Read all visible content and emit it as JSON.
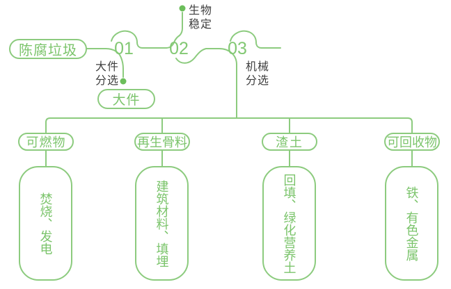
{
  "diagram": {
    "title_hint": "waste-processing-flow",
    "source": {
      "label": "陈腐垃圾"
    },
    "steps": [
      {
        "number": "01",
        "process": "大件分选",
        "output": "大件"
      },
      {
        "number": "02",
        "process": "生物稳定"
      },
      {
        "number": "03",
        "process": "机械分选"
      }
    ],
    "outputs": [
      {
        "category": "可燃物",
        "use": "焚烧、发电"
      },
      {
        "category": "再生骨料",
        "use": "建筑材料、填埋"
      },
      {
        "category": "渣土",
        "use": "回填、绿化营养土"
      },
      {
        "category": "可回收物",
        "use": "铁、有色金属"
      }
    ]
  },
  "colors": {
    "line_green": "#8CCB7E",
    "text_green": "#7BC46B",
    "dot_green": "#6CBE5B",
    "label_dark": "#3E3E3E",
    "background": "#FFFFFF"
  }
}
